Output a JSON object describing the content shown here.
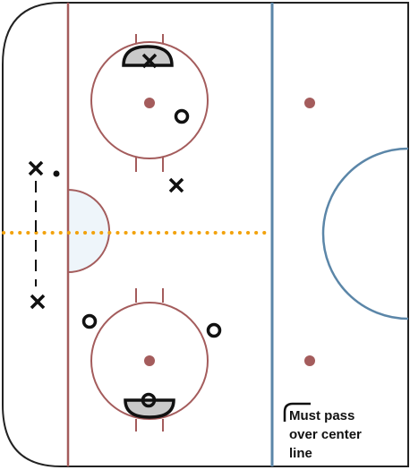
{
  "colors": {
    "rink_outline": "#222222",
    "goal_line": "#a45c5c",
    "faceoff_circle": "#a45c5c",
    "faceoff_dot": "#a45c5c",
    "blue_line": "#5b86a8",
    "neutral_circle": "#5b86a8",
    "crease_fill": "#eef5fa",
    "drill_line": "#f2a20c",
    "player_mark": "#111111",
    "puck_support_fill": "#c9c9c9"
  },
  "icons": {
    "defender_marker": "x-mark",
    "attacker_marker": "o-mark",
    "puck_marker": "dot",
    "pass_path": "dashed-line",
    "center_line_bracket": "corner-bracket"
  },
  "annotation": {
    "lines": [
      "Must pass",
      "over center",
      "line"
    ]
  }
}
